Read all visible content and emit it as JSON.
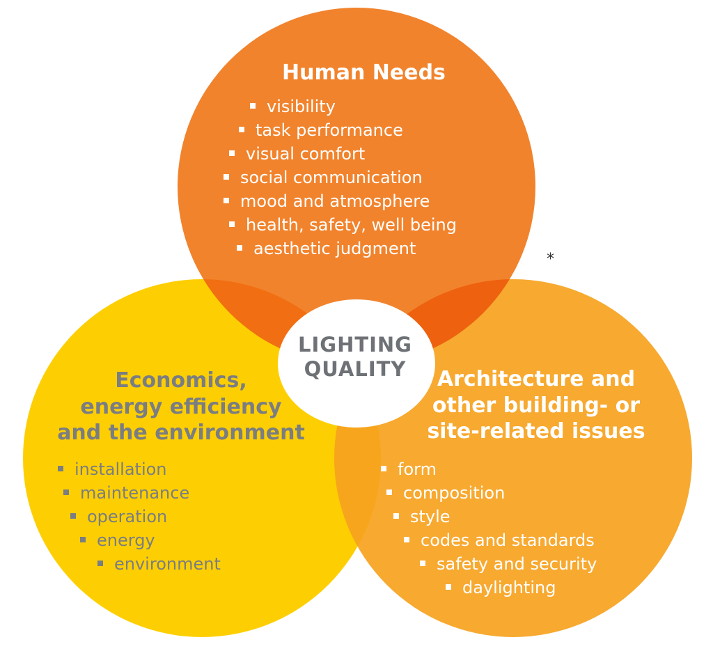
{
  "colors": {
    "human": "#F07A1D",
    "economics": "#FDCF02",
    "architecture": "#F6A21E",
    "center": "#FFFFFF",
    "gray_text": "#7A7D82"
  },
  "human": {
    "title": "Human Needs",
    "items": [
      "visibility",
      "task performance",
      "visual comfort",
      "social communication",
      "mood and atmosphere",
      "health, safety, well being",
      "aesthetic judgment"
    ]
  },
  "economics": {
    "title_lines": [
      "Economics,",
      "energy efficiency",
      "and the environment"
    ],
    "items": [
      "installation",
      "maintenance",
      "operation",
      "energy",
      "environment"
    ]
  },
  "architecture": {
    "title_lines": [
      "Architecture and",
      "other building- or",
      "site-related issues"
    ],
    "items": [
      "form",
      "composition",
      "style",
      "codes and standards",
      "safety and security",
      "daylighting"
    ]
  },
  "center": {
    "lines": [
      "LIGHTING",
      "QUALITY"
    ]
  },
  "note_mark": "*"
}
